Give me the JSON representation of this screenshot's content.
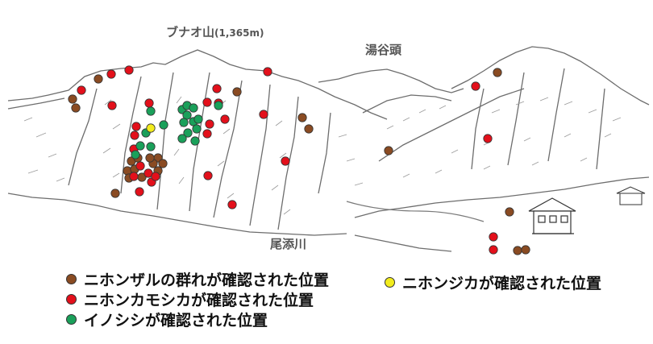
{
  "place_labels": {
    "mountain_main": "ブナオ山",
    "mountain_main_elev": "(1,365m)",
    "mountain_right": "湯谷頭",
    "river": "尾添川"
  },
  "legend": {
    "monkey": "ニホンザルの群れが確認された位置",
    "serow": "ニホンカモシカが確認された位置",
    "boar": "イノシシが確認された位置",
    "deer": "ニホンジカが確認された位置"
  },
  "colors": {
    "monkey": "#8a4b22",
    "serow": "#e3101b",
    "boar": "#1aa05a",
    "deer": "#f2ec1d"
  },
  "icons": {
    "building": "house-icon"
  }
}
